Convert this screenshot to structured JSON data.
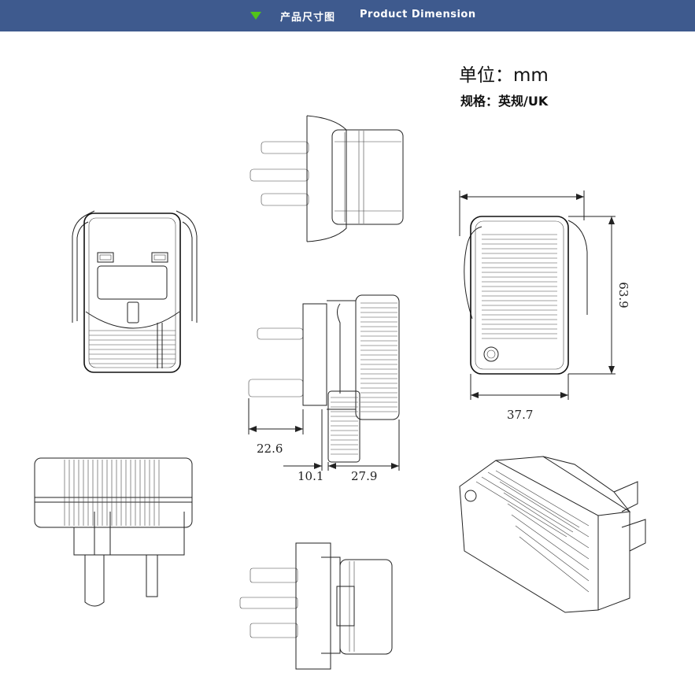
{
  "header": {
    "title_zh": "产品尺寸图",
    "title_en": "Product Dimension"
  },
  "unit_label": "单位：mm",
  "spec_label": "规格：英规/UK",
  "dimensions": {
    "width": "37.7",
    "height": "63.9",
    "pin_length": "22.6",
    "flange": "10.1",
    "body_depth": "27.9"
  },
  "colors": {
    "header_bg": "#3e5a8e",
    "header_icon": "#52c41a",
    "line": "#222222"
  },
  "icons": {
    "header_triangle": "green-down-triangle-icon"
  }
}
